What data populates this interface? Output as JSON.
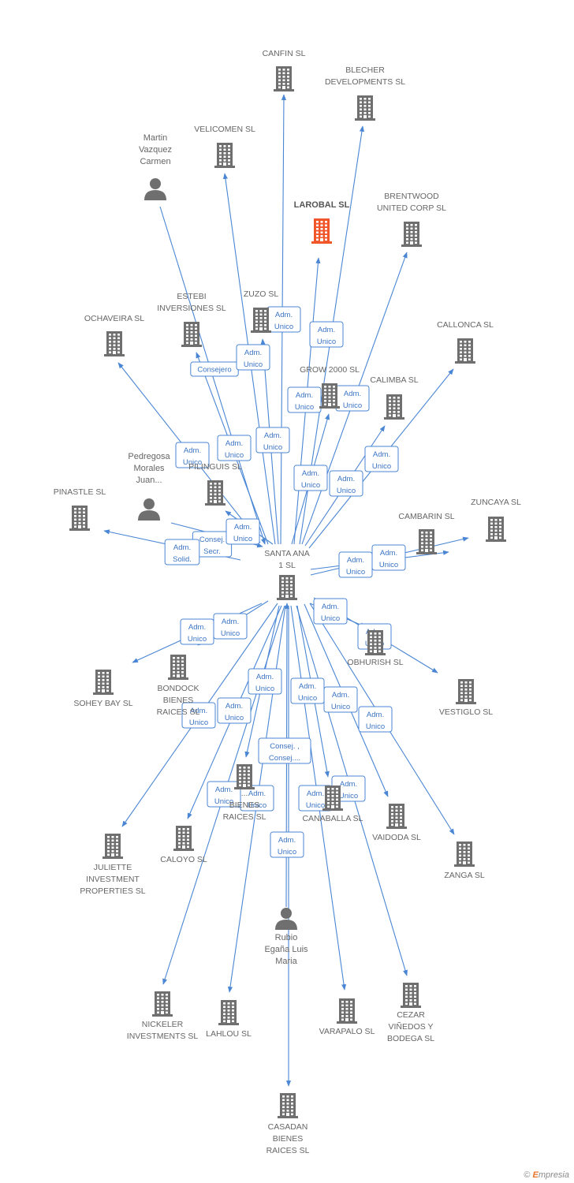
{
  "nodes": [
    {
      "id": "santa",
      "type": "company",
      "lines": [
        "SANTA ANA",
        "1 SL"
      ]
    },
    {
      "id": "canfin",
      "type": "company",
      "lines": [
        "CANFIN SL"
      ]
    },
    {
      "id": "blecher",
      "type": "company",
      "lines": [
        "BLECHER",
        "DEVELOPMENTS SL"
      ]
    },
    {
      "id": "martin",
      "type": "person",
      "lines": [
        "Martin",
        "Vazquez",
        "Carmen"
      ]
    },
    {
      "id": "velicomen",
      "type": "company",
      "lines": [
        "VELICOMEN  SL"
      ]
    },
    {
      "id": "larobal",
      "type": "company",
      "highlight": true,
      "lines": [
        "LAROBAL SL"
      ]
    },
    {
      "id": "brentwood",
      "type": "company",
      "lines": [
        "BRENTWOOD",
        "UNITED CORP SL"
      ]
    },
    {
      "id": "estebi",
      "type": "company",
      "lines": [
        "ESTEBI",
        "INVERSIONES SL"
      ]
    },
    {
      "id": "zuzo",
      "type": "company",
      "lines": [
        "ZUZO SL"
      ]
    },
    {
      "id": "ochaveira",
      "type": "company",
      "lines": [
        "OCHAVEIRA SL"
      ]
    },
    {
      "id": "callonca",
      "type": "company",
      "lines": [
        "CALLONCA  SL"
      ]
    },
    {
      "id": "grow",
      "type": "company",
      "lines": [
        "GROW 2000  SL"
      ]
    },
    {
      "id": "calimba",
      "type": "company",
      "lines": [
        "CALIMBA  SL"
      ]
    },
    {
      "id": "pedregosa",
      "type": "person",
      "lines": [
        "Pedregosa",
        "Morales",
        "Juan..."
      ]
    },
    {
      "id": "pilinguis",
      "type": "company",
      "lines": [
        "PILINGUIS  SL"
      ]
    },
    {
      "id": "pinastle",
      "type": "company",
      "lines": [
        "PINASTLE SL"
      ]
    },
    {
      "id": "zuncaya",
      "type": "company",
      "lines": [
        "ZUNCAYA SL"
      ]
    },
    {
      "id": "cambarin",
      "type": "company",
      "lines": [
        "CAMBARIN SL"
      ]
    },
    {
      "id": "sohey",
      "type": "company",
      "lines": [
        "SOHEY BAY SL"
      ]
    },
    {
      "id": "bondock",
      "type": "company",
      "lines": [
        "BONDOCK",
        "BIENES",
        "RAICES SL"
      ]
    },
    {
      "id": "obhurish",
      "type": "company",
      "lines": [
        "OBHURISH SL"
      ]
    },
    {
      "id": "vestiglo",
      "type": "company",
      "lines": [
        "VESTIGLO  SL"
      ]
    },
    {
      "id": "bienes",
      "type": "company",
      "lines": [
        "...",
        "BIENES",
        "RAICES SL"
      ]
    },
    {
      "id": "canaballa",
      "type": "company",
      "lines": [
        "CANABALLA  SL"
      ]
    },
    {
      "id": "vaidoda",
      "type": "company",
      "lines": [
        "VAIDODA SL"
      ]
    },
    {
      "id": "juliette",
      "type": "company",
      "lines": [
        "JULIETTE",
        "INVESTMENT",
        "PROPERTIES SL"
      ]
    },
    {
      "id": "caloyo",
      "type": "company",
      "lines": [
        "CALOYO SL"
      ]
    },
    {
      "id": "zanga",
      "type": "company",
      "lines": [
        "ZANGA  SL"
      ]
    },
    {
      "id": "rubio",
      "type": "person",
      "lines": [
        "Rubio",
        "Egaña Luis",
        "Maria"
      ]
    },
    {
      "id": "nickeler",
      "type": "company",
      "lines": [
        "NICKELER",
        "INVESTMENTS SL"
      ]
    },
    {
      "id": "lahlou",
      "type": "company",
      "lines": [
        "LAHLOU SL"
      ]
    },
    {
      "id": "varapalo",
      "type": "company",
      "lines": [
        "VARAPALO  SL"
      ]
    },
    {
      "id": "cezar",
      "type": "company",
      "lines": [
        "CEZAR",
        "VIÑEDOS Y",
        "BODEGA SL"
      ]
    },
    {
      "id": "casadan",
      "type": "company",
      "lines": [
        "CASADAN",
        "BIENES",
        "RAICES SL"
      ]
    }
  ],
  "edges": [
    {
      "from": "santa",
      "to": "canfin",
      "label": [
        "Adm.",
        "Unico"
      ]
    },
    {
      "from": "santa",
      "to": "blecher",
      "label": [
        "Adm.",
        "Unico"
      ]
    },
    {
      "from": "martin",
      "to": "santa",
      "label": [
        "Consejero"
      ]
    },
    {
      "from": "santa",
      "to": "velicomen",
      "label": [
        "Adm.",
        "Unico"
      ]
    },
    {
      "from": "santa",
      "to": "larobal",
      "label": [
        "Adm.",
        "Unico"
      ]
    },
    {
      "from": "santa",
      "to": "brentwood",
      "label": [
        "Adm.",
        "Unico"
      ]
    },
    {
      "from": "santa",
      "to": "estebi",
      "label": [
        "Adm.",
        "Unico"
      ]
    },
    {
      "from": "santa",
      "to": "zuzo",
      "label": [
        "Adm.",
        "Unico"
      ]
    },
    {
      "from": "santa",
      "to": "ochaveira",
      "label": [
        "Adm.",
        "Unico"
      ]
    },
    {
      "from": "santa",
      "to": "callonca",
      "label": [
        "Adm.",
        "Unico"
      ]
    },
    {
      "from": "santa",
      "to": "grow",
      "label": [
        "Adm.",
        "Unico"
      ]
    },
    {
      "from": "santa",
      "to": "calimba",
      "label": [
        "Adm.",
        "Unico"
      ]
    },
    {
      "from": "pedregosa",
      "to": "santa",
      "label": [
        "Consej.",
        "Secr."
      ]
    },
    {
      "from": "santa",
      "to": "pilinguis",
      "label": [
        "Adm.",
        "Unico"
      ]
    },
    {
      "from": "santa",
      "to": "pinastle",
      "label": [
        "Adm.",
        "Solid."
      ]
    },
    {
      "from": "santa",
      "to": "zuncaya",
      "label": [
        "Adm.",
        "Unico"
      ]
    },
    {
      "from": "santa",
      "to": "cambarin",
      "label": [
        "Adm.",
        "Unico"
      ]
    },
    {
      "from": "santa",
      "to": "sohey",
      "label": [
        "Adm.",
        "Unico"
      ]
    },
    {
      "from": "santa",
      "to": "bondock",
      "label": [
        "Adm.",
        "Unico"
      ]
    },
    {
      "from": "santa",
      "to": "obhurish",
      "label": [
        "Adm.",
        "Unico"
      ]
    },
    {
      "from": "santa",
      "to": "vestiglo",
      "label": [
        "Adm.",
        "Unico"
      ]
    },
    {
      "from": "santa",
      "to": "bienes",
      "label": [
        "Consej. ,",
        "Consej...."
      ]
    },
    {
      "from": "santa",
      "to": "canaballa",
      "label": [
        "Adm.",
        "Unico"
      ]
    },
    {
      "from": "santa",
      "to": "vaidoda",
      "label": [
        "Adm.",
        "Unico"
      ]
    },
    {
      "from": "santa",
      "to": "juliette",
      "label": [
        "Adm.",
        "Unico"
      ]
    },
    {
      "from": "santa",
      "to": "caloyo",
      "label": [
        "Adm.",
        "Unico"
      ]
    },
    {
      "from": "santa",
      "to": "zanga",
      "label": [
        "Adm.",
        "Unico"
      ]
    },
    {
      "from": "rubio",
      "to": "santa",
      "label": [
        "Adm.",
        "Unico"
      ]
    },
    {
      "from": "santa",
      "to": "nickeler",
      "label": [
        "Adm.",
        "Unico"
      ]
    },
    {
      "from": "santa",
      "to": "lahlou",
      "label": [
        "Adm.",
        "Unico"
      ]
    },
    {
      "from": "santa",
      "to": "varapalo",
      "label": [
        "Adm.",
        "Unico"
      ]
    },
    {
      "from": "santa",
      "to": "cezar",
      "label": [
        "Adm.",
        "Unico"
      ]
    },
    {
      "from": "santa",
      "to": "casadan",
      "label": [
        "Adm.",
        "Unico"
      ]
    }
  ],
  "colors": {
    "edge": "#4a86d4",
    "company_icon": "#6f6f6f",
    "highlight_icon": "#f0562a",
    "badge_text": "#3a74c4"
  },
  "footer": {
    "copyright": "©",
    "brand_initial": "E",
    "brand_rest": "mpresia"
  }
}
